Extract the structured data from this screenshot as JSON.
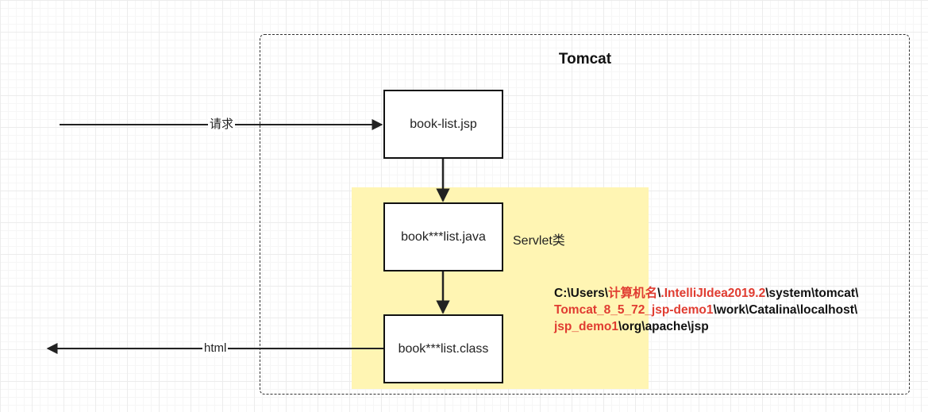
{
  "diagram": {
    "container_title": "Tomcat",
    "nodes": {
      "jsp": "book-list.jsp",
      "java": "book***list.java",
      "class": "book***list.class"
    },
    "servlet_label": "Servlet类",
    "edge_labels": {
      "request": "请求",
      "response": "html"
    },
    "path": {
      "line1": [
        {
          "text": "C:\\Users\\",
          "color": "#111111"
        },
        {
          "text": "计算机名",
          "color": "#e03c31"
        },
        {
          "text": "\\",
          "color": "#111111"
        },
        {
          "text": ".IntelliJIdea2019.2",
          "color": "#e03c31"
        },
        {
          "text": "\\system\\tomcat\\",
          "color": "#111111"
        }
      ],
      "line2": [
        {
          "text": "Tomcat_8_5_72_jsp-demo1",
          "color": "#e03c31"
        },
        {
          "text": "\\work\\Catalina\\localhost\\",
          "color": "#111111"
        }
      ],
      "line3": [
        {
          "text": "jsp_demo1",
          "color": "#e03c31"
        },
        {
          "text": "\\org\\apache\\jsp",
          "color": "#111111"
        }
      ]
    },
    "colors": {
      "highlight": "#fff5b3",
      "accent_red": "#e03c31",
      "stroke": "#111111"
    }
  }
}
